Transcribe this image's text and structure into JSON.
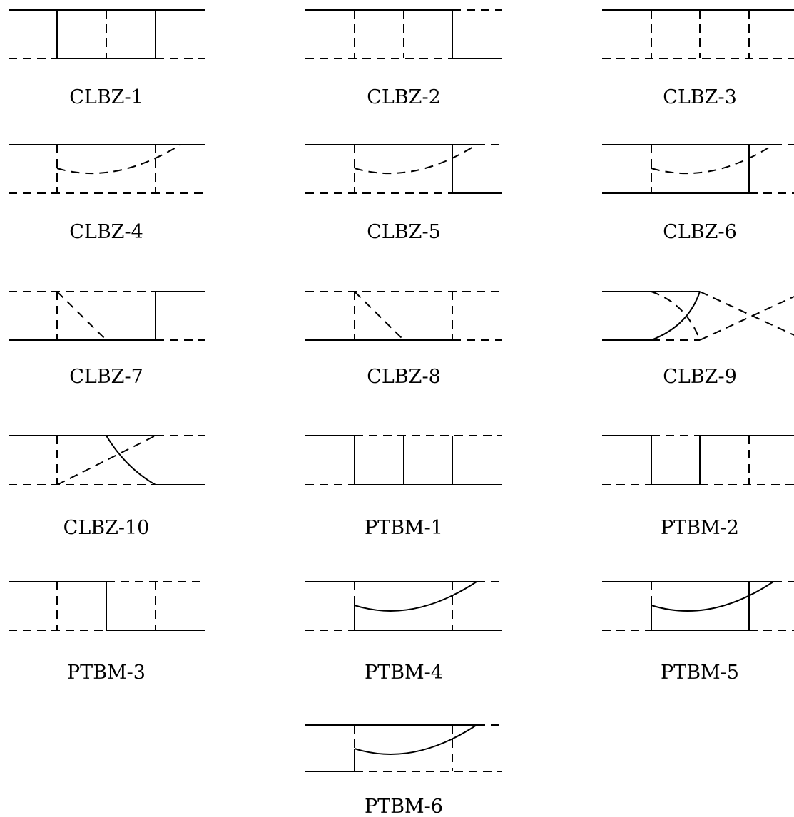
{
  "diagrams": [
    {
      "id": "clbz-1",
      "label": "CLBZ-1"
    },
    {
      "id": "clbz-2",
      "label": "CLBZ-2"
    },
    {
      "id": "clbz-3",
      "label": "CLBZ-3"
    },
    {
      "id": "clbz-4",
      "label": "CLBZ-4"
    },
    {
      "id": "clbz-5",
      "label": "CLBZ-5"
    },
    {
      "id": "clbz-6",
      "label": "CLBZ-6"
    },
    {
      "id": "clbz-7",
      "label": "CLBZ-7"
    },
    {
      "id": "clbz-8",
      "label": "CLBZ-8"
    },
    {
      "id": "clbz-9",
      "label": "CLBZ-9"
    },
    {
      "id": "clbz-10",
      "label": "CLBZ-10"
    },
    {
      "id": "ptbm-1",
      "label": "PTBM-1"
    },
    {
      "id": "ptbm-2",
      "label": "PTBM-2"
    },
    {
      "id": "ptbm-3",
      "label": "PTBM-3"
    },
    {
      "id": "ptbm-4",
      "label": "PTBM-4"
    },
    {
      "id": "ptbm-5",
      "label": "PTBM-5"
    },
    {
      "id": "ptbm-6",
      "label": "PTBM-6"
    }
  ],
  "line_color": "#000000",
  "background_color": "#ffffff"
}
